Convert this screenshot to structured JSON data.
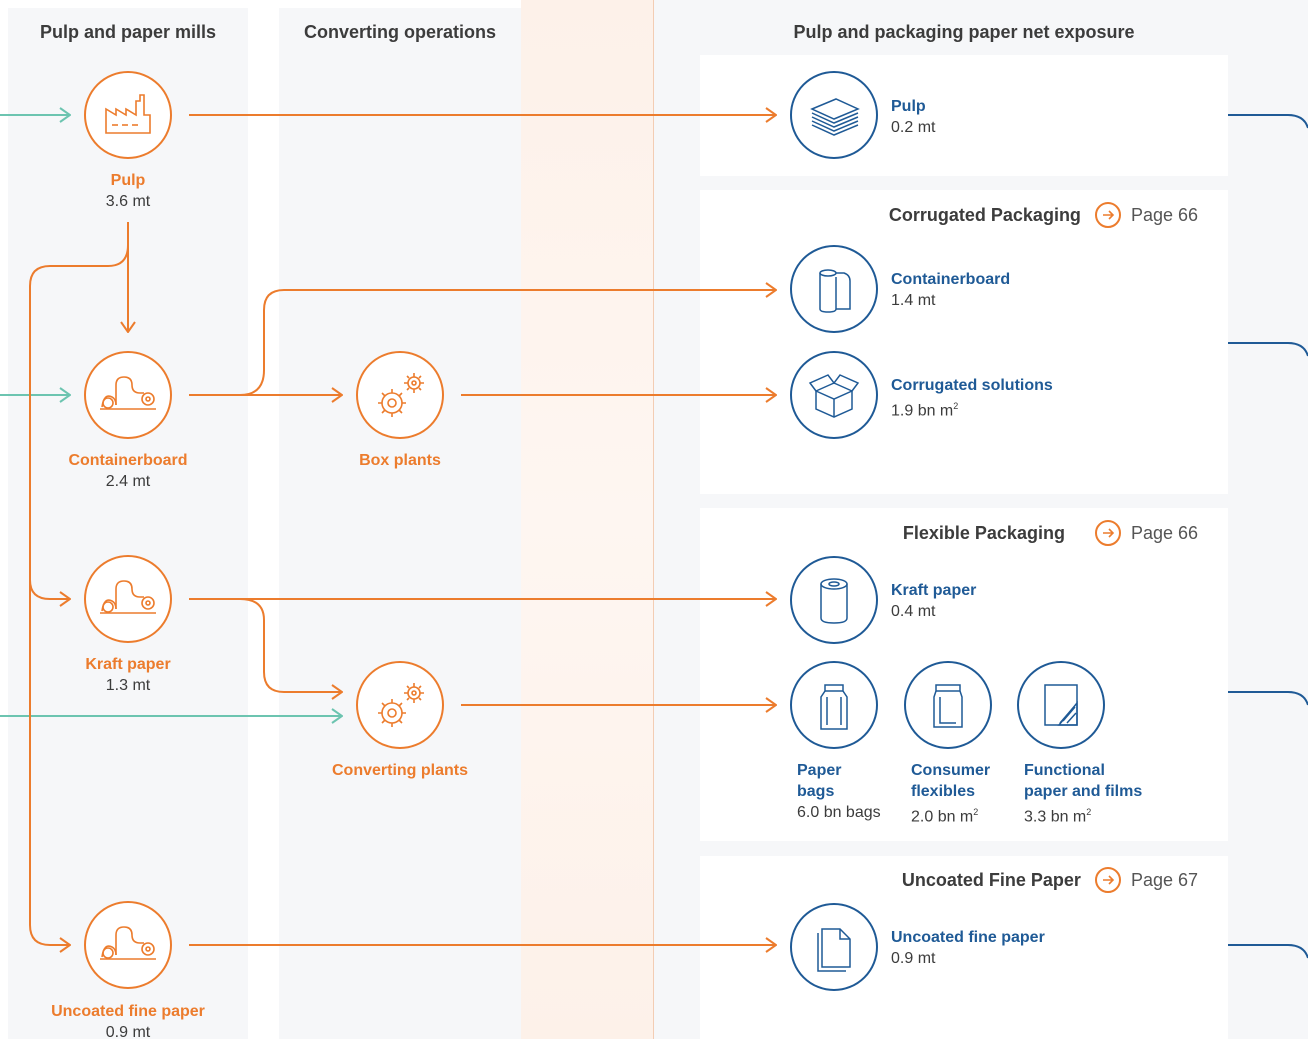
{
  "columns": {
    "mills": "Pulp and paper mills",
    "converting": "Converting operations",
    "exposure": "Pulp and packaging paper net exposure"
  },
  "mills": [
    {
      "name": "Pulp",
      "value": "3.6 mt",
      "icon": "factory-icon"
    },
    {
      "name": "Containerboard",
      "value": "2.4 mt",
      "icon": "paper-roll-icon"
    },
    {
      "name": "Kraft paper",
      "value": "1.3 mt",
      "icon": "paper-roll-icon"
    },
    {
      "name": "Uncoated fine paper",
      "value": "0.9 mt",
      "icon": "paper-roll-icon"
    }
  ],
  "converting": [
    {
      "name": "Box plants",
      "icon": "gears-icon"
    },
    {
      "name": "Converting plants",
      "icon": "gears-icon"
    }
  ],
  "segments": [
    {
      "title": "Corrugated Packaging",
      "page": "Page 66"
    },
    {
      "title": "Flexible Packaging",
      "page": "Page 66"
    },
    {
      "title": "Uncoated Fine Paper",
      "page": "Page 67"
    }
  ],
  "exposure": {
    "pulp": {
      "name": "Pulp",
      "value": "0.2 mt",
      "icon": "pulp-sheets-icon"
    },
    "containerboard": {
      "name": "Containerboard",
      "value": "1.4 mt",
      "icon": "containerboard-roll-icon"
    },
    "corrugated": {
      "name": "Corrugated solutions",
      "value": "1.9 bn m",
      "unit_sup": "2",
      "icon": "box-icon"
    },
    "kraft": {
      "name": "Kraft paper",
      "value": "0.4 mt",
      "icon": "kraft-roll-icon"
    },
    "bags": {
      "name1": "Paper",
      "name2": "bags",
      "value": "6.0 bn bags",
      "icon": "paper-bag-icon"
    },
    "consumer": {
      "name1": "Consumer",
      "name2": "flexibles",
      "value": "2.0 bn m",
      "unit_sup": "2",
      "icon": "pouch-icon"
    },
    "functional": {
      "name1": "Functional",
      "name2": "paper and films",
      "value": "3.3 bn m",
      "unit_sup": "2",
      "icon": "film-icon"
    },
    "ufp": {
      "name": "Uncoated fine paper",
      "value": "0.9 mt",
      "icon": "document-icon"
    }
  },
  "colors": {
    "orange": "#ec7c2d",
    "blue": "#1f5a96",
    "teal": "#6cc4b0",
    "text": "#3c3c3c"
  }
}
